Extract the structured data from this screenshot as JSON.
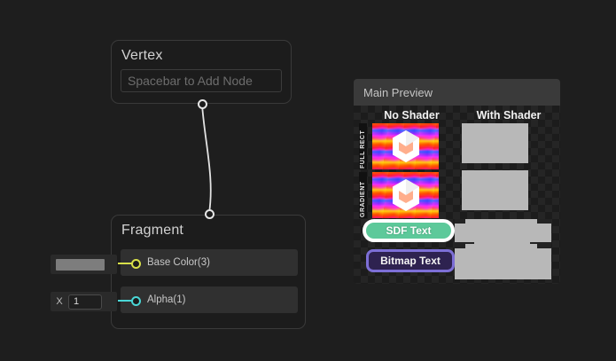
{
  "app": {
    "canvas_bg": "#1e1e1e",
    "accent_yellow": "#d8e04a",
    "accent_cyan": "#4ad6d6"
  },
  "graph": {
    "nodes": [
      {
        "id": "vertex",
        "title": "Vertex",
        "hint": "Spacebar to Add Node"
      },
      {
        "id": "fragment",
        "title": "Fragment",
        "slots": [
          {
            "label": "Base Color(3)",
            "port_color": "#d8e04a"
          },
          {
            "label": "Alpha(1)",
            "port_color": "#4ad6d6"
          }
        ]
      }
    ],
    "inline_editors": {
      "base_color": {
        "swatch_color": "#7d7d7d"
      },
      "alpha": {
        "axis": "X",
        "value": "1"
      }
    }
  },
  "preview": {
    "title": "Main Preview",
    "columns": [
      {
        "label": "No Shader"
      },
      {
        "label": "With Shader"
      }
    ],
    "row_labels": [
      "FULL RECT",
      "GRADIENT"
    ],
    "chips": [
      {
        "label": "SDF Text",
        "fill": "#5dc99a",
        "border": "#ffffff"
      },
      {
        "label": "Bitmap Text",
        "fill": "#2e2250",
        "border": "#7d6fd6"
      }
    ]
  }
}
